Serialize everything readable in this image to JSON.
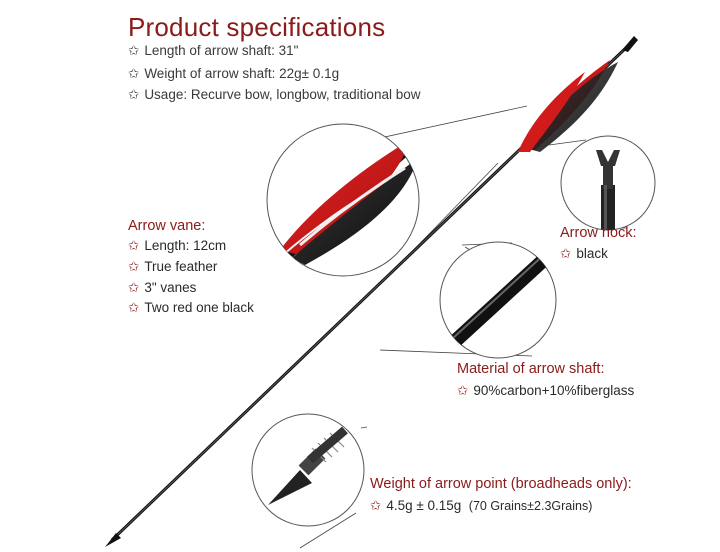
{
  "title": "Product specifications",
  "specs": [
    "Length of arrow shaft: 31\"",
    "Weight of arrow shaft: 22g± 0.1g",
    "Usage: Recurve bow, longbow, traditional bow"
  ],
  "vane": {
    "heading": "Arrow vane:",
    "items": [
      "Length: 12cm",
      "True feather",
      "3\" vanes",
      "Two red one black"
    ]
  },
  "nock": {
    "heading": "Arrow  nock:",
    "items": [
      "black"
    ]
  },
  "shaft_material": {
    "heading": "Material of arrow shaft:",
    "items": [
      "90%carbon+10%fiberglass"
    ]
  },
  "point": {
    "heading": "Weight of arrow point (broadheads only):",
    "value": "4.5g ± 0.15g",
    "grains": "(70 Grains±2.3Grains)"
  },
  "star_glyph": "✩",
  "colors": {
    "accent": "#8b1a1a",
    "feather_red": "#d11a1a",
    "shaft": "#1a1a1a"
  }
}
